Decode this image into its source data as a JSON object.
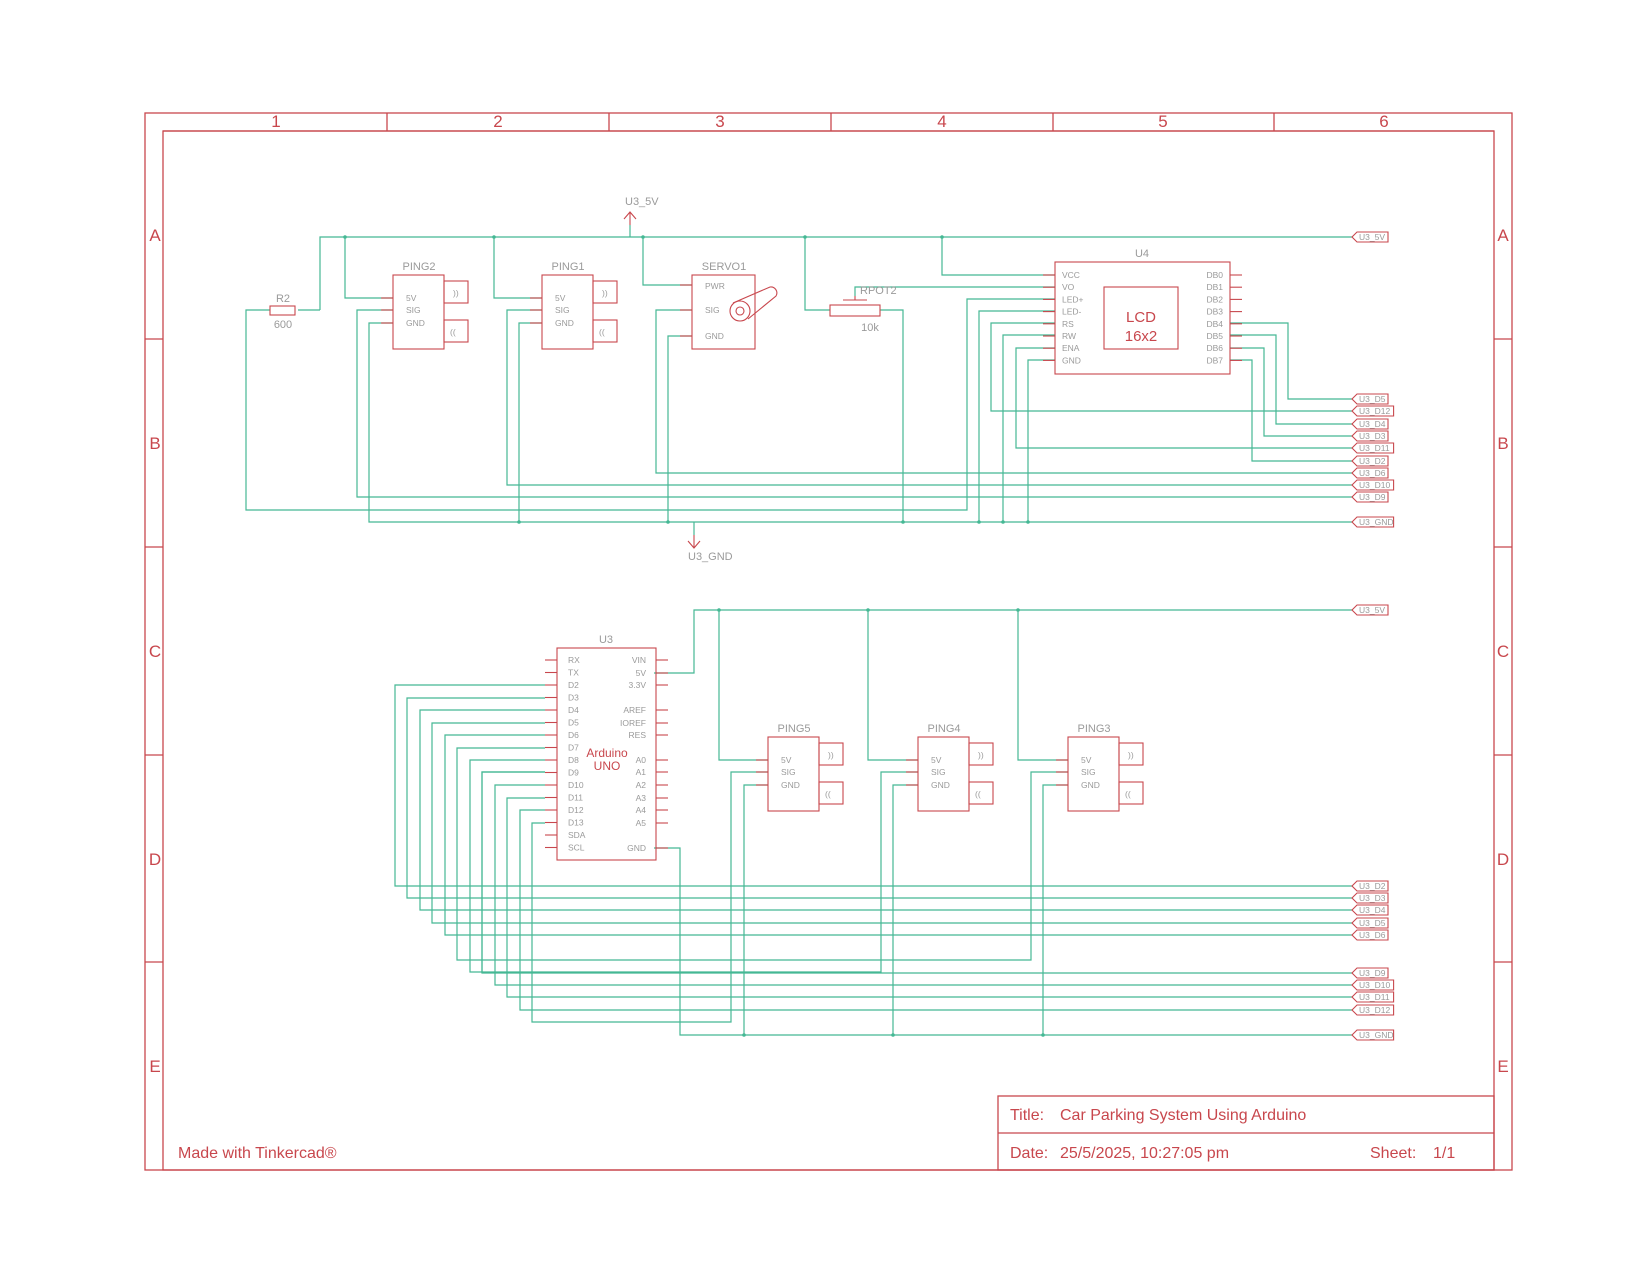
{
  "sheet": {
    "columns": [
      "1",
      "2",
      "3",
      "4",
      "5",
      "6"
    ],
    "rows": [
      "A",
      "B",
      "C",
      "D",
      "E"
    ],
    "credit": "Made with Tinkercad®"
  },
  "title_block": {
    "title_label": "Title:",
    "title": "Car Parking System Using Arduino",
    "date_label": "Date:",
    "date": "25/5/2025, 10:27:05 pm",
    "sheet_label": "Sheet:",
    "sheet_value": "1/1"
  },
  "power": {
    "vcc": "U3_5V",
    "gnd": "U3_GND"
  },
  "resistor": {
    "name": "R2",
    "value": "600"
  },
  "pot": {
    "name": "RPOT2",
    "value": "10k"
  },
  "servo": {
    "name": "SERVO1",
    "pins": [
      "PWR",
      "SIG",
      "GND"
    ]
  },
  "ping_pins": [
    "5V",
    "SIG",
    "GND"
  ],
  "pings": {
    "p1": "PING1",
    "p2": "PING2",
    "p3": "PING3",
    "p4": "PING4",
    "p5": "PING5"
  },
  "lcd": {
    "name": "U4",
    "body": [
      "LCD",
      "16x2"
    ],
    "left_pins": [
      "VCC",
      "VO",
      "LED+",
      "LED-",
      "RS",
      "RW",
      "ENA",
      "GND"
    ],
    "right_pins": [
      "DB0",
      "DB1",
      "DB2",
      "DB3",
      "DB4",
      "DB5",
      "DB6",
      "DB7"
    ]
  },
  "arduino": {
    "name": "U3",
    "body": [
      "Arduino",
      "UNO"
    ],
    "left_pins": [
      "RX",
      "TX",
      "D2",
      "D3",
      "D4",
      "D5",
      "D6",
      "D7",
      "D8",
      "D9",
      "D10",
      "D11",
      "D12",
      "D13",
      "SDA",
      "SCL"
    ],
    "right_pins": [
      "VIN",
      "5V",
      "3.3V",
      "AREF",
      "IOREF",
      "RES",
      "A0",
      "A1",
      "A2",
      "A3",
      "A4",
      "A5",
      "GND"
    ]
  },
  "net_labels_top": [
    "U3_5V",
    "U3_D5",
    "U3_D12",
    "U3_D4",
    "U3_D3",
    "U3_D11",
    "U3_D2",
    "U3_D6",
    "U3_D10",
    "U3_D9",
    "U3_GND"
  ],
  "net_labels_bottom": [
    "U3_5V",
    "U3_D2",
    "U3_D3",
    "U3_D4",
    "U3_D5",
    "U3_D6",
    "U3_D9",
    "U3_D10",
    "U3_D11",
    "U3_D12",
    "U3_GND"
  ],
  "colors": {
    "frame": "#c8474d",
    "wire": "#45b894",
    "label": "#9a9a9a"
  }
}
